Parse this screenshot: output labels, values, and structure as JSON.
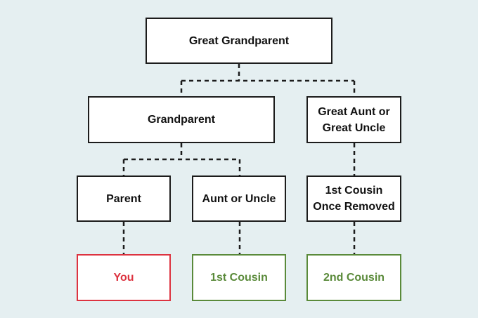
{
  "colors": {
    "background": "#e5eff1",
    "box_border": "#1c1c1c",
    "text": "#111111",
    "self_accent": "#dd3340",
    "cousin_accent": "#5a8a3a"
  },
  "nodes": {
    "great_grandparent": "Great Grandparent",
    "grandparent": "Grandparent",
    "great_aunt_uncle": "Great Aunt or\nGreat Uncle",
    "parent": "Parent",
    "aunt_uncle": "Aunt or Uncle",
    "first_cousin_once_removed": "1st Cousin\nOnce Removed",
    "you": "You",
    "first_cousin": "1st Cousin",
    "second_cousin": "2nd Cousin"
  }
}
